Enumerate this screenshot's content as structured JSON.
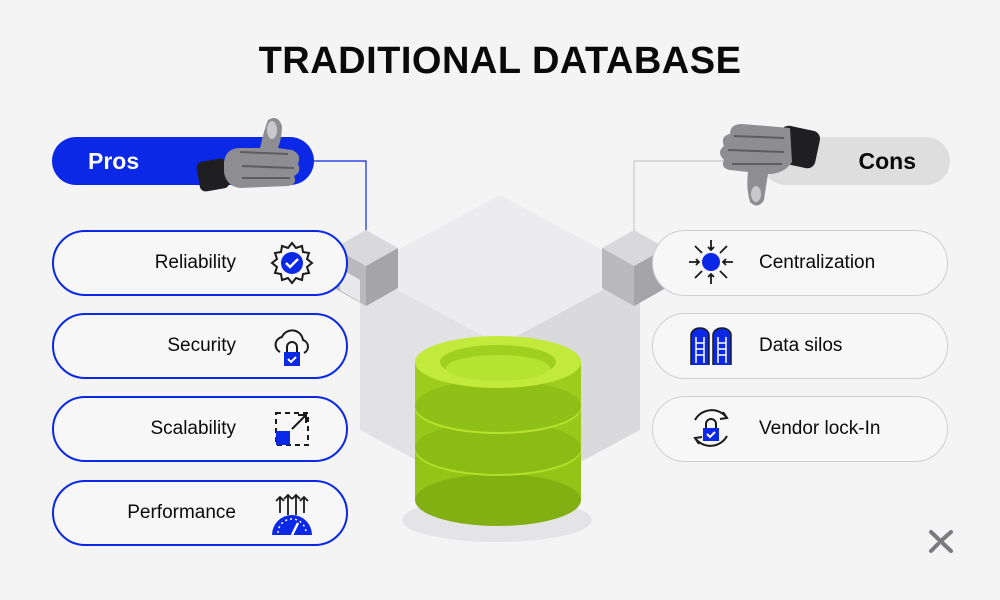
{
  "title": "TRADITIONAL DATABASE",
  "pros": {
    "label": "Pros",
    "items": [
      {
        "label": "Reliability",
        "icon": "gear-check-icon"
      },
      {
        "label": "Security",
        "icon": "cloud-lock-icon"
      },
      {
        "label": "Scalability",
        "icon": "scale-expand-icon"
      },
      {
        "label": "Performance",
        "icon": "speedometer-arrows-icon"
      }
    ]
  },
  "cons": {
    "label": "Cons",
    "items": [
      {
        "label": "Centralization",
        "icon": "centralization-arrows-icon"
      },
      {
        "label": "Data silos",
        "icon": "silo-icon"
      },
      {
        "label": "Vendor lock-In",
        "icon": "circular-lock-icon"
      }
    ]
  },
  "colors": {
    "accent": "#0a28e6",
    "database": "#a8d61e",
    "background": "#f4f4f5",
    "cons_pill": "#dedede"
  }
}
